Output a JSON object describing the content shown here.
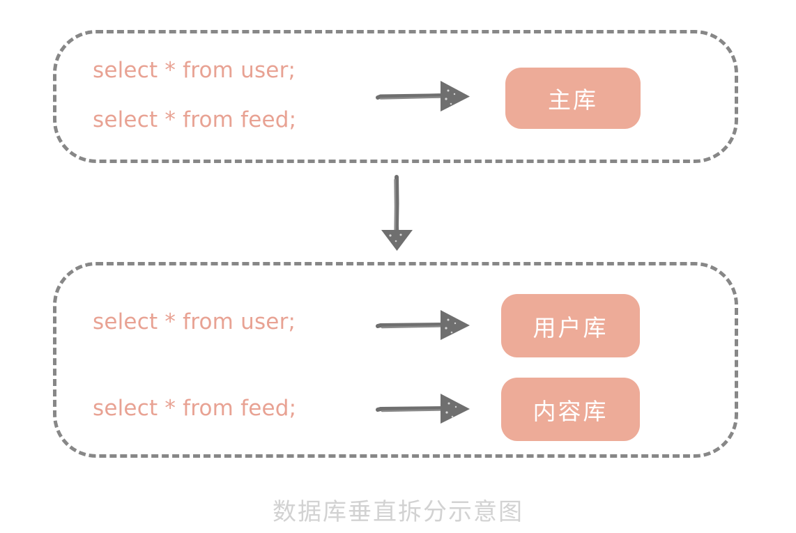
{
  "diagram": {
    "caption": "数据库垂直拆分示意图",
    "colors": {
      "sql_text": "#e8a293",
      "db_box_fill": "#edab98",
      "db_label": "#ffffff",
      "dashed_border": "#878787",
      "arrow": "#707070",
      "caption": "#d2d2d2",
      "background": "#ffffff"
    },
    "groups": [
      {
        "name": "before-split",
        "queries": [
          "select * from user;",
          "select * from feed;"
        ],
        "databases": [
          {
            "label": "主库"
          }
        ],
        "arrows": [
          {
            "name": "arrow-to-master",
            "direction": "right"
          }
        ]
      },
      {
        "name": "after-split",
        "queries": [
          "select * from user;",
          "select * from feed;"
        ],
        "databases": [
          {
            "label": "用户库"
          },
          {
            "label": "内容库"
          }
        ],
        "arrows": [
          {
            "name": "arrow-to-user-db",
            "direction": "right"
          },
          {
            "name": "arrow-to-content-db",
            "direction": "right"
          }
        ]
      }
    ],
    "connector": {
      "name": "split-flow-arrow",
      "direction": "down"
    }
  }
}
